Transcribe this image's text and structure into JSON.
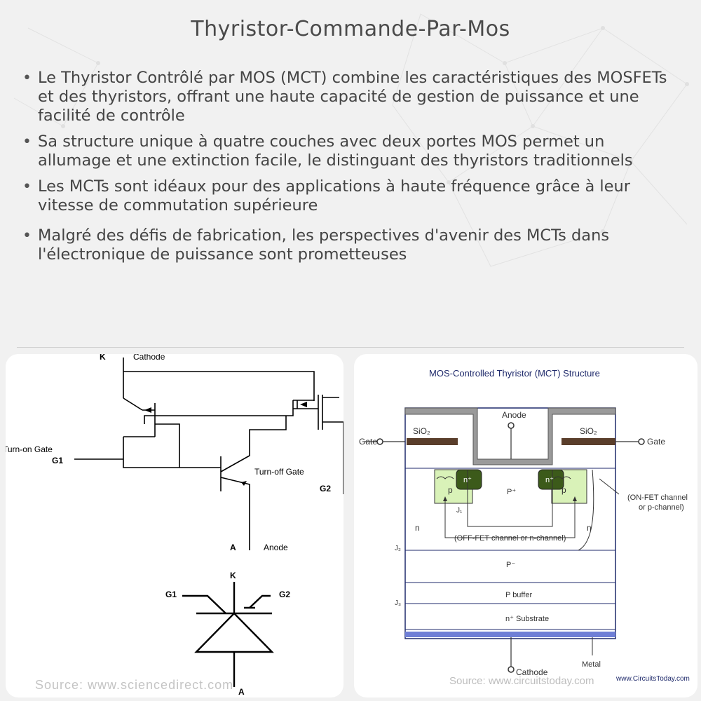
{
  "title": "Thyristor-Commande-Par-Mos",
  "bullets": [
    "Le Thyristor Contrôlé par MOS (MCT) combine les caractéristiques des MOSFETs et des thyristors, offrant une haute capacité de gestion de puissance et une facilité de contrôle",
    "Sa structure unique à quatre couches avec deux portes MOS permet un allumage et une extinction facile, le distinguant des thyristors traditionnels",
    "Les MCTs sont idéaux pour des applications à haute fréquence grâce à leur vitesse de commutation supérieure",
    "Malgré des défis de fabrication, les perspectives d'avenir des MCTs dans l'électronique de puissance sont prometteuses"
  ],
  "left_figure": {
    "k_label": "K",
    "cathode_label": "Cathode",
    "turn_on_label": "Turn-on Gate",
    "g1_label": "G1",
    "turn_off_label": "Turn-off Gate",
    "g2_label": "G2",
    "a_label": "A",
    "anode_label": "Anode",
    "sym_k": "K",
    "sym_g1": "G1",
    "sym_g2": "G2",
    "sym_a": "A",
    "source": "Source: www.sciencedirect.com"
  },
  "right_figure": {
    "title": "MOS-Controlled Thyristor (MCT) Structure",
    "anode": "Anode",
    "sio2_left": "SiO₂",
    "sio2_right": "SiO₂",
    "gate_left": "Gate",
    "gate_right": "Gate",
    "n_plus_left": "n⁺",
    "n_plus_right": "n⁺",
    "p_left": "p",
    "p_right": "p",
    "p_plus": "P⁺",
    "j1": "J₁",
    "n_left": "n",
    "n_right": "n",
    "on_fet_1": "(ON-FET channel",
    "on_fet_2": "or p-channel)",
    "off_fet": "(OFF-FET channel or n-channel)",
    "j2": "J₂",
    "p_minus": "P⁻",
    "p_buffer": "P buffer",
    "j3": "J₃",
    "n_substrate": "n⁺ Substrate",
    "cathode": "Cathode",
    "metal": "Metal",
    "website": "www.CircuitsToday.com",
    "source": "Source: www.circuitstoday.com"
  }
}
